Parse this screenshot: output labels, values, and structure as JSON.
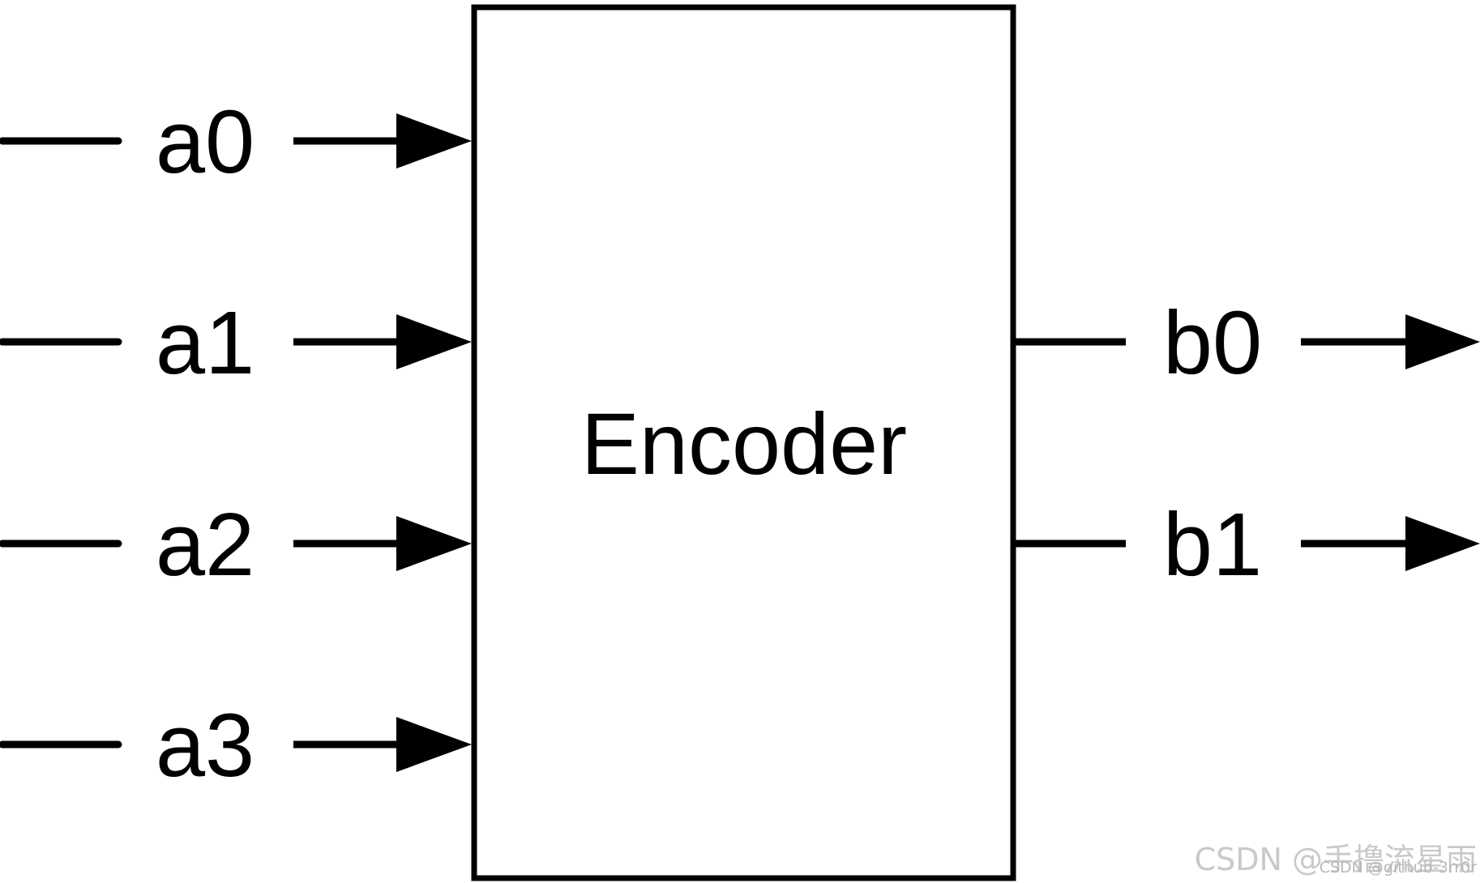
{
  "block": {
    "label": "Encoder"
  },
  "inputs": [
    {
      "label": "a0"
    },
    {
      "label": "a1"
    },
    {
      "label": "a2"
    },
    {
      "label": "a3"
    }
  ],
  "outputs": [
    {
      "label": "b0"
    },
    {
      "label": "b1"
    }
  ],
  "watermark": {
    "main": "CSDN @手撸流星雨",
    "sub": "CSDN @github-3rr0r"
  },
  "colors": {
    "stroke": "#000000",
    "background": "#ffffff"
  }
}
